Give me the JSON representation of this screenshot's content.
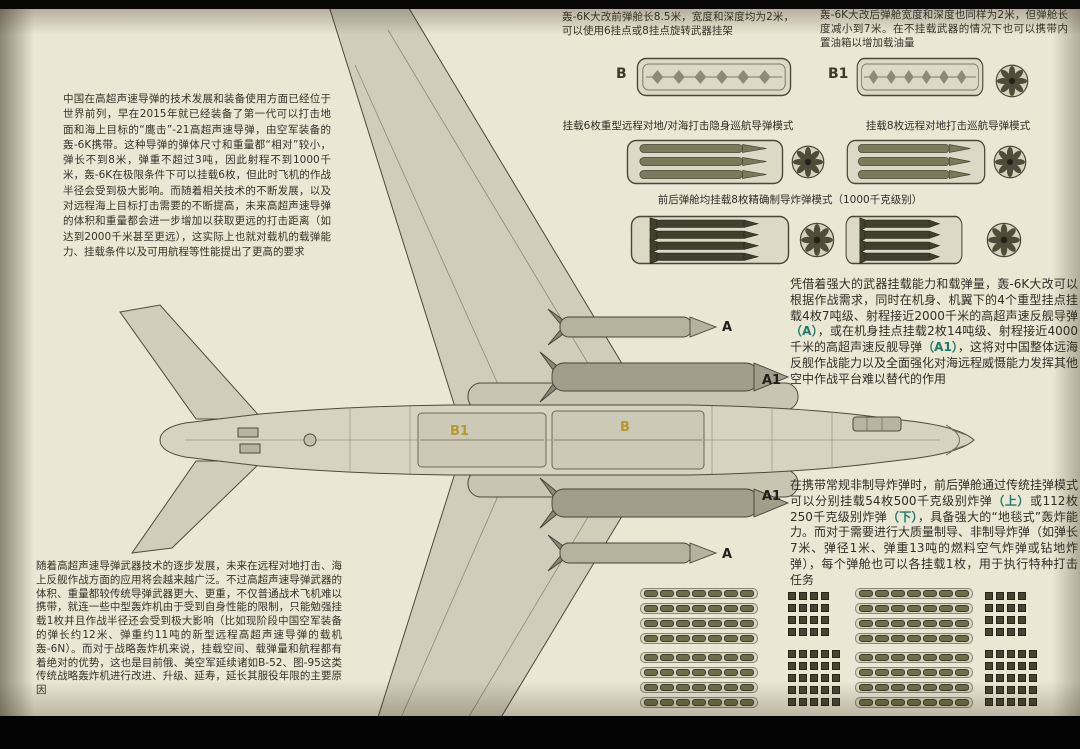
{
  "page": {
    "bg_color": "#ebe7d5",
    "accent_teal": "#1e7a6a",
    "bay_label_yellow": "#b5992c"
  },
  "left_column": {
    "para_top": "中国在高超声速导弹的技术发展和装备使用方面已经位于世界前列，早在2015年就已经装备了第一代可以打击地面和海上目标的“鹰击”-21高超声速导弹，由空军装备的轰-6K携带。这种导弹的弹体尺寸和重量都“相对”较小，弹长不到8米，弹重不超过3吨，因此射程不到1000千米，轰-6K在极限条件下可以挂载6枚，但此时飞机的作战半径会受到极大影响。而随着相关技术的不断发展，以及对远程海上目标打击需要的不断提高，未来高超声速导弹的体积和重量都会进一步增加以获取更远的打击距离（如达到2000千米甚至更远），这实际上也就对载机的载弹能力、挂载条件以及可用航程等性能提出了更高的要求",
    "para_bottom": "随着高超声速导弹武器技术的逐步发展，未来在远程对地打击、海上反舰作战方面的应用将会越来越广泛。不过高超声速导弹武器的体积、重量都较传统导弹武器更大、更重，不仅普通战术飞机难以携带，就连一些中型轰炸机由于受到自身性能的限制，只能勉强挂载1枚并且作战半径还会受到极大影响（比如现阶段中国空军装备的弹长约12米、弹重约11吨的新型远程高超声速导弹的载机轰-6N）。而对于战略轰炸机来说，挂载空间、载弹量和航程都有着绝对的优势，这也是目前俄、美空军延续诸如B-52、图-95这类传统战略轰炸机进行改进、升级、延寿，延长其服役年限的主要原因"
  },
  "bay_notes": {
    "front_bay": "轰-6K大改前弹舱长8.5米，宽度和深度均为2米，可以使用6挂点或8挂点旋转武器挂架",
    "rear_bay": "轰-6K大改后弹舱宽度和深度也同样为2米，但弹舱长度减小到7米。在不挂载武器的情况下也可以携带内置油箱以增加载油量",
    "label_b": "B",
    "label_b1": "B1",
    "caption_mode_6_cruise": "挂载6枚重型远程对地/对海打击隐身巡航导弹模式",
    "caption_mode_8_cruise": "挂载8枚远程对地打击巡航导弹模式",
    "caption_mode_8_pgm": "前后弹舱均挂载8枚精确制导炸弹模式（1000千克级别）"
  },
  "right_column": {
    "para_capability": [
      {
        "t": "凭借着强大的武器挂载能力和载弹量，轰-6K大改可以根据作战需求，同时在机身、机翼下的4个重型挂点挂载4枚7吨级、射程接近2000千米的高超声速反舰导弹"
      },
      {
        "t": "（A）",
        "c": "#1e7a6a"
      },
      {
        "t": "，或在机身挂点挂载2枚14吨级、射程接近4000千米的高超声速反舰导弹"
      },
      {
        "t": "（A1）",
        "c": "#1e7a6a"
      },
      {
        "t": "，这将对中国整体远海反舰作战能力以及全面强化对海远程威慑能力发挥其他空中作战平台难以替代的作用"
      }
    ],
    "para_carpet": [
      {
        "t": "在携带常规非制导炸弹时，前后弹舱通过传统挂弹模式可以分别挂载54枚500千克级别炸弹"
      },
      {
        "t": "（上）",
        "c": "#1e7a6a"
      },
      {
        "t": "或112枚250千克级别炸弹"
      },
      {
        "t": "（下）",
        "c": "#1e7a6a"
      },
      {
        "t": "，具备强大的“地毯式”轰炸能力。而对于需要进行大质量制导、非制导炸弹（如弹长7米、弹径1米、弹重13吨的燃料空气炸弹或钻地炸弹），每个弹舱也可以各挂载1枚，用于执行特种打击任务"
      }
    ]
  },
  "aircraft": {
    "label_a": "A",
    "label_a1": "A1",
    "bay_front_label": "B",
    "bay_rear_label": "B1"
  },
  "loadouts": {
    "bombs500_left": {
      "type": "bombs",
      "rows": 4,
      "cols": 7
    },
    "grid500_left": {
      "type": "grid",
      "rows": 4,
      "cols": 4
    },
    "bombs500_right": {
      "type": "bombs",
      "rows": 4,
      "cols": 7
    },
    "grid500_right": {
      "type": "grid",
      "rows": 4,
      "cols": 4
    },
    "bombs250_left": {
      "type": "bombs",
      "rows": 4,
      "cols": 7
    },
    "grid250_left": {
      "type": "grid",
      "rows": 5,
      "cols": 5
    },
    "bombs250_right": {
      "type": "bombs",
      "rows": 4,
      "cols": 7
    },
    "grid250_right": {
      "type": "grid",
      "rows": 5,
      "cols": 5
    }
  }
}
